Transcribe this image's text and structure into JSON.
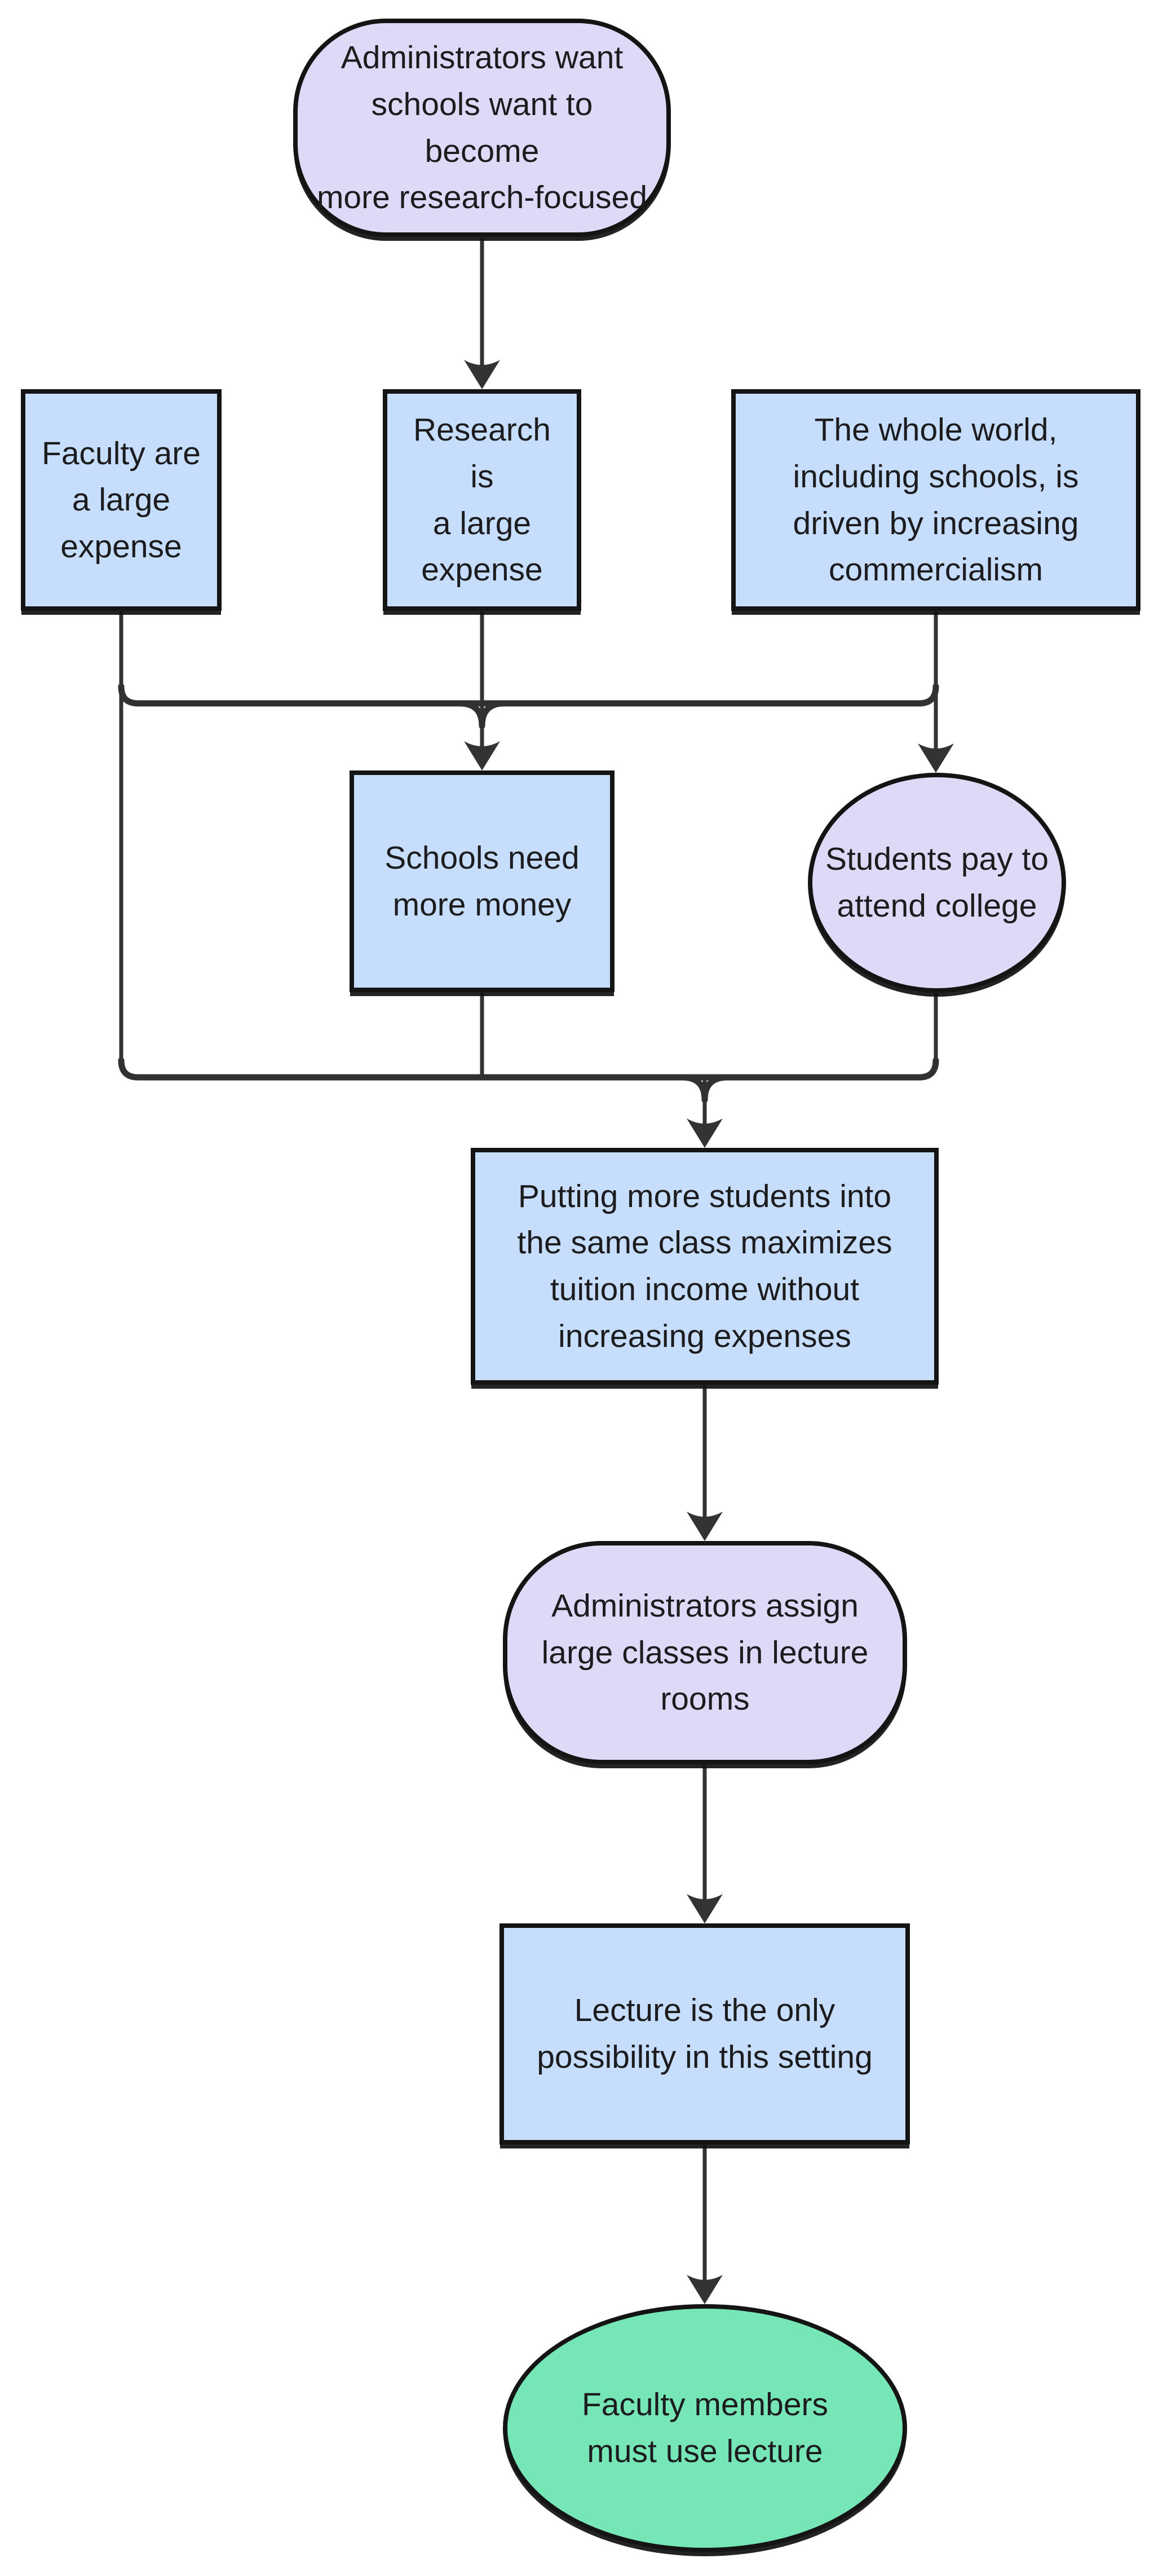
{
  "diagram": {
    "type": "flowchart",
    "background": "#ffffff",
    "colors": {
      "blue_fill": "#c6defb",
      "lavender_fill": "#ded9f7",
      "green_fill": "#76e6b7",
      "node_border": "#141414",
      "edge_stroke": "#333333",
      "text": "#1c1c1e"
    },
    "nodes": [
      {
        "id": "A",
        "shape": "stadium",
        "fill": "#ded9f7",
        "label": "Administrators want\nschools want to become\nmore research-focused"
      },
      {
        "id": "B",
        "shape": "rect",
        "fill": "#c6defb",
        "label": "Faculty are\na large\nexpense"
      },
      {
        "id": "C",
        "shape": "rect",
        "fill": "#c6defb",
        "label": "Research is\na large\nexpense"
      },
      {
        "id": "D",
        "shape": "rect",
        "fill": "#c6defb",
        "label": "The whole world,\nincluding schools, is\ndriven by increasing\ncommercialism"
      },
      {
        "id": "E",
        "shape": "rect",
        "fill": "#c6defb",
        "label": "Schools need\nmore money"
      },
      {
        "id": "F",
        "shape": "circle",
        "fill": "#ded9f7",
        "label": "Students pay to\nattend college"
      },
      {
        "id": "G",
        "shape": "rect",
        "fill": "#c6defb",
        "label": "Putting more students into\nthe same class maximizes\ntuition income without\nincreasing expenses"
      },
      {
        "id": "H",
        "shape": "stadium",
        "fill": "#ded9f7",
        "label": "Administrators assign\nlarge classes in lecture\nrooms"
      },
      {
        "id": "I",
        "shape": "rect",
        "fill": "#c6defb",
        "label": "Lecture is the only\npossibility in this setting"
      },
      {
        "id": "J",
        "shape": "ellipse",
        "fill": "#76e6b7",
        "label": "Faculty members\nmust use lecture"
      }
    ],
    "edges": [
      {
        "from": "A",
        "to": "C"
      },
      {
        "from": "B",
        "to": "E"
      },
      {
        "from": "C",
        "to": "E"
      },
      {
        "from": "D",
        "to": "E"
      },
      {
        "from": "D",
        "to": "F"
      },
      {
        "from": "B",
        "to": "G"
      },
      {
        "from": "E",
        "to": "G"
      },
      {
        "from": "F",
        "to": "G"
      },
      {
        "from": "G",
        "to": "H"
      },
      {
        "from": "H",
        "to": "I"
      },
      {
        "from": "I",
        "to": "J"
      }
    ]
  }
}
